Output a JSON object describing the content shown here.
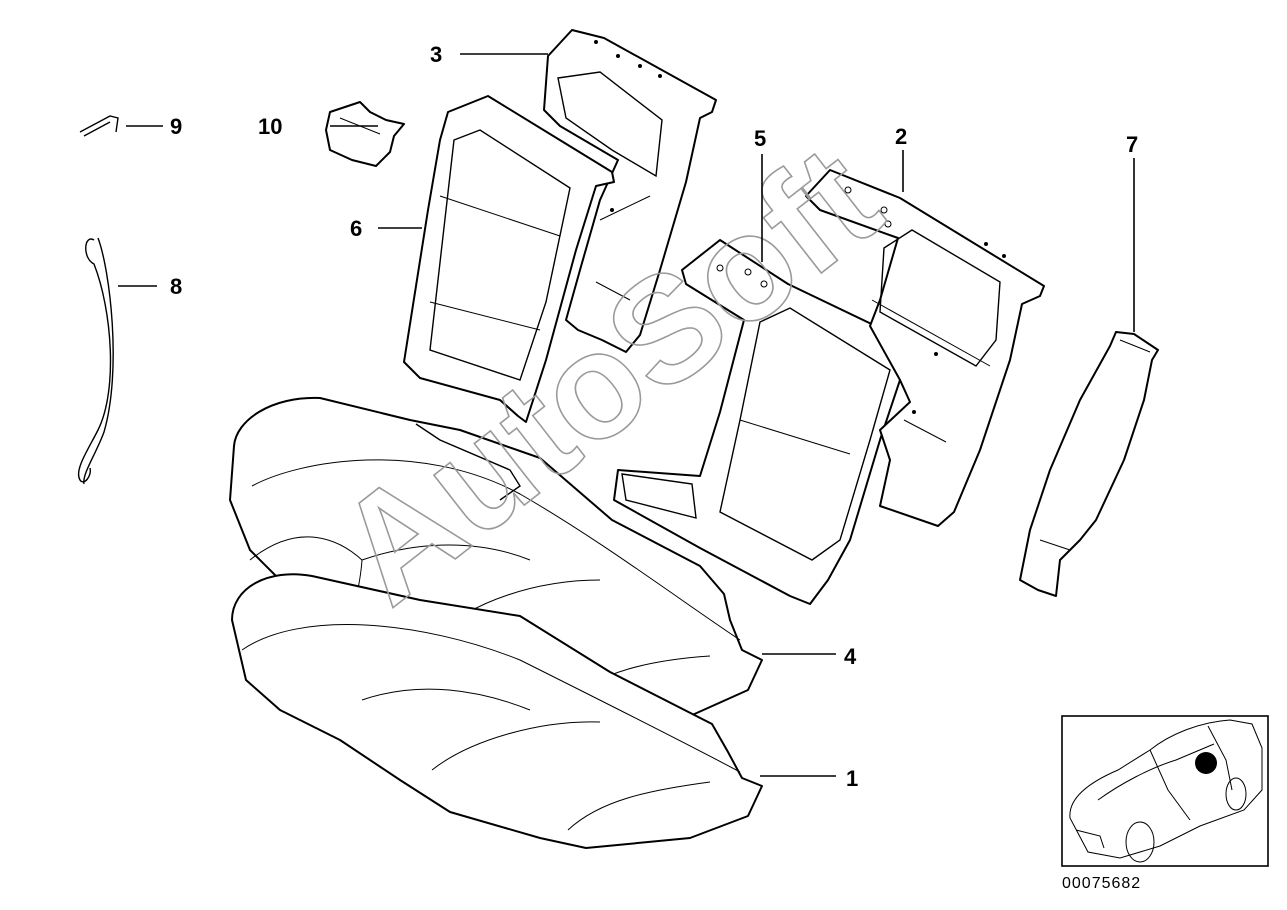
{
  "diagram": {
    "watermark": "AutoSoft",
    "image_code": "00075682",
    "callouts": [
      {
        "id": "callout-1",
        "label": "1"
      },
      {
        "id": "callout-2",
        "label": "2"
      },
      {
        "id": "callout-3",
        "label": "3"
      },
      {
        "id": "callout-4",
        "label": "4"
      },
      {
        "id": "callout-5",
        "label": "5"
      },
      {
        "id": "callout-6",
        "label": "6"
      },
      {
        "id": "callout-7",
        "label": "7"
      },
      {
        "id": "callout-8",
        "label": "8"
      },
      {
        "id": "callout-9",
        "label": "9"
      },
      {
        "id": "callout-10",
        "label": "10"
      }
    ]
  }
}
